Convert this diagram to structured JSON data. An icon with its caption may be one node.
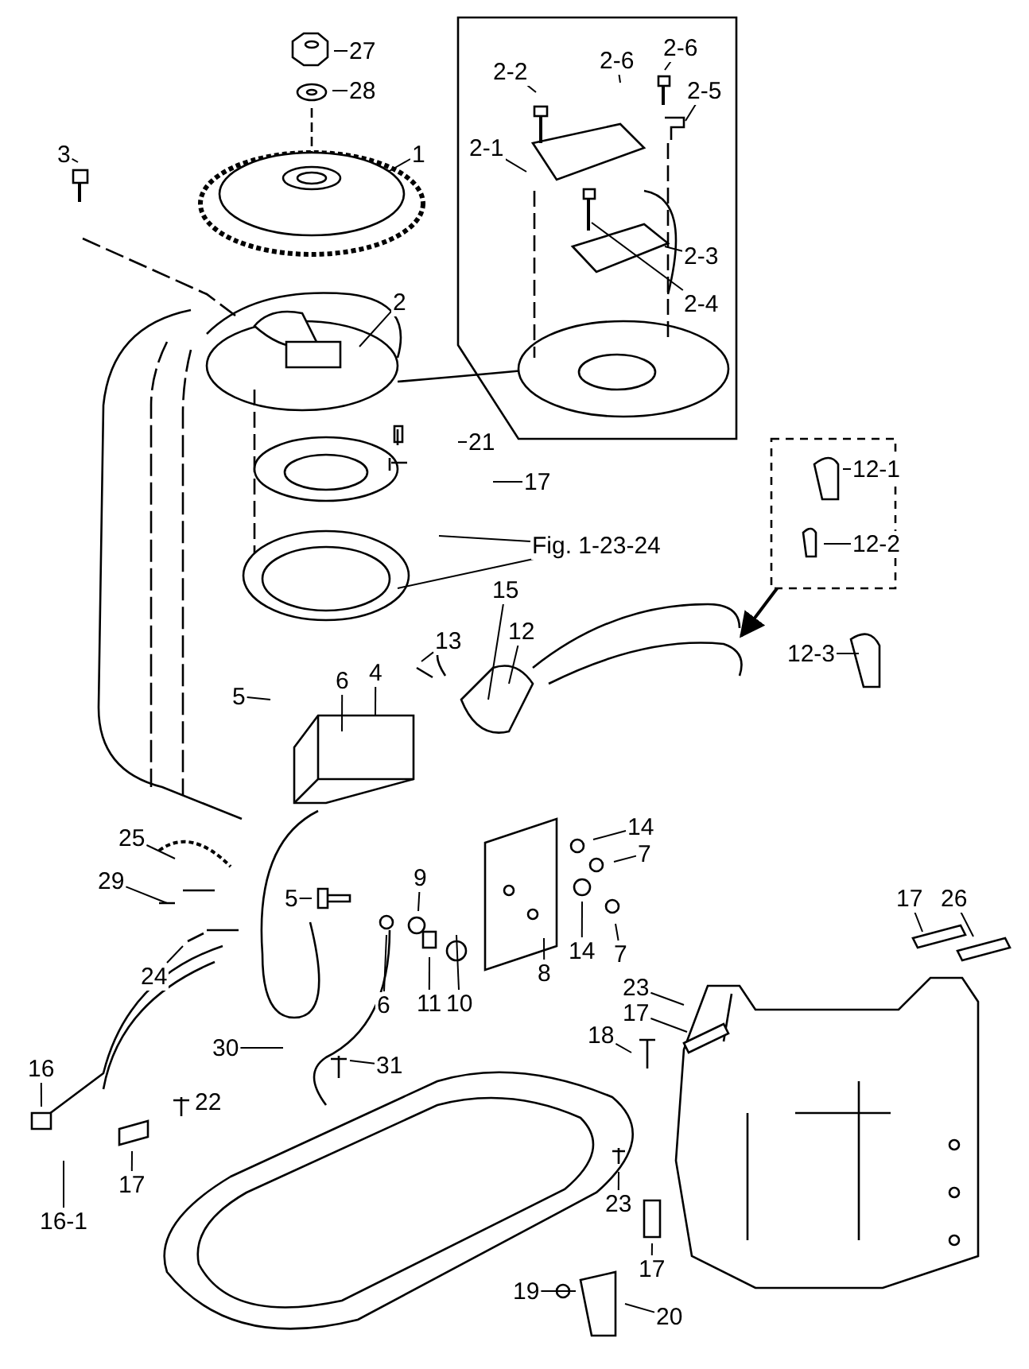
{
  "diagram": {
    "nodes": [
      {
        "text": [
          "27"
        ]
      },
      {
        "text": [
          "28"
        ]
      },
      {
        "text": [],
        "shape": "box"
      },
      {
        "text": [
          "2-2"
        ],
        "in": 2
      },
      {
        "text": [
          "2-6"
        ],
        "in": 2
      },
      {
        "text": [
          "2-6"
        ],
        "in": 2
      },
      {
        "text": [
          "2-5"
        ],
        "in": 2
      },
      {
        "text": [
          "2-1"
        ],
        "in": 2
      },
      {
        "text": [
          "2-3"
        ],
        "in": 2
      },
      {
        "text": [
          "2-4"
        ],
        "in": 2
      },
      {
        "text": [
          "3"
        ]
      },
      {
        "text": [
          "1"
        ]
      },
      {
        "text": [
          "2"
        ]
      },
      {
        "text": [
          "21"
        ]
      },
      {
        "text": [
          "17"
        ]
      },
      {
        "text": [],
        "shape": "box"
      },
      {
        "text": [
          "12-1"
        ],
        "in": 15
      },
      {
        "text": [
          "12-2"
        ],
        "in": 15
      },
      {
        "text": [
          "Fig. 1-23-24"
        ]
      },
      {
        "text": [
          "15"
        ]
      },
      {
        "text": [
          "12"
        ]
      },
      {
        "text": [
          "13"
        ]
      },
      {
        "text": [
          "12-3"
        ]
      },
      {
        "text": [
          "5"
        ]
      },
      {
        "text": [
          "6"
        ]
      },
      {
        "text": [
          "4"
        ]
      },
      {
        "text": [
          "25"
        ]
      },
      {
        "text": [
          "29"
        ]
      },
      {
        "text": [
          "5"
        ]
      },
      {
        "text": [
          "9"
        ]
      },
      {
        "text": [
          "14"
        ]
      },
      {
        "text": [
          "7"
        ]
      },
      {
        "text": [
          "24"
        ]
      },
      {
        "text": [
          "14"
        ]
      },
      {
        "text": [
          "7"
        ]
      },
      {
        "text": [
          "8"
        ]
      },
      {
        "text": [
          "6"
        ]
      },
      {
        "text": [
          "11"
        ]
      },
      {
        "text": [
          "10"
        ]
      },
      {
        "text": [
          "17"
        ]
      },
      {
        "text": [
          "26"
        ]
      },
      {
        "text": [
          "23"
        ]
      },
      {
        "text": [
          "17"
        ]
      },
      {
        "text": [
          "18"
        ]
      },
      {
        "text": [
          "30"
        ]
      },
      {
        "text": [
          "31"
        ]
      },
      {
        "text": [
          "16"
        ]
      },
      {
        "text": [
          "22"
        ]
      },
      {
        "text": [
          "17"
        ]
      },
      {
        "text": [
          "16-1"
        ]
      },
      {
        "text": [
          "23"
        ]
      },
      {
        "text": [
          "17"
        ]
      },
      {
        "text": [
          "19"
        ]
      },
      {
        "text": [
          "20"
        ]
      }
    ],
    "edges": [
      {
        "from": 0,
        "to": null,
        "arrow": "none"
      },
      {
        "from": 1,
        "to": null,
        "arrow": "none"
      },
      {
        "from": 3,
        "to": null,
        "arrow": "none"
      },
      {
        "from": 4,
        "to": null,
        "arrow": "none"
      },
      {
        "from": 5,
        "to": null,
        "arrow": "none"
      },
      {
        "from": 6,
        "to": null,
        "arrow": "none"
      },
      {
        "from": 7,
        "to": null,
        "arrow": "none"
      },
      {
        "from": 8,
        "to": null,
        "arrow": "none"
      },
      {
        "from": 9,
        "to": null,
        "arrow": "none"
      },
      {
        "from": 10,
        "to": null,
        "arrow": "none"
      },
      {
        "from": 11,
        "to": null,
        "arrow": "none"
      },
      {
        "from": 12,
        "to": null,
        "arrow": "none"
      },
      {
        "from": 13,
        "to": null,
        "arrow": "none"
      },
      {
        "from": 14,
        "to": null,
        "arrow": "none"
      },
      {
        "from": 16,
        "to": null,
        "arrow": "none"
      },
      {
        "from": 17,
        "to": null,
        "arrow": "none"
      },
      {
        "from": 15,
        "to": null,
        "arrow": "to"
      },
      {
        "from": 18,
        "to": null,
        "arrow": "none"
      },
      {
        "from": 18,
        "to": null,
        "arrow": "none"
      },
      {
        "from": 19,
        "to": null,
        "arrow": "none"
      },
      {
        "from": 20,
        "to": null,
        "arrow": "none"
      },
      {
        "from": 21,
        "to": null,
        "arrow": "none"
      },
      {
        "from": 22,
        "to": null,
        "arrow": "none"
      },
      {
        "from": 23,
        "to": null,
        "arrow": "none"
      },
      {
        "from": 24,
        "to": null,
        "arrow": "none"
      },
      {
        "from": 25,
        "to": null,
        "arrow": "none"
      },
      {
        "from": 26,
        "to": null,
        "arrow": "none"
      },
      {
        "from": 27,
        "to": null,
        "arrow": "none"
      },
      {
        "from": 28,
        "to": null,
        "arrow": "none"
      },
      {
        "from": 29,
        "to": null,
        "arrow": "none"
      },
      {
        "from": 30,
        "to": null,
        "arrow": "none"
      },
      {
        "from": 31,
        "to": null,
        "arrow": "none"
      },
      {
        "from": 32,
        "to": null,
        "arrow": "none"
      },
      {
        "from": 33,
        "to": null,
        "arrow": "none"
      },
      {
        "from": 34,
        "to": null,
        "arrow": "none"
      },
      {
        "from": 35,
        "to": null,
        "arrow": "none"
      },
      {
        "from": 36,
        "to": null,
        "arrow": "none"
      },
      {
        "from": 37,
        "to": null,
        "arrow": "none"
      },
      {
        "from": 38,
        "to": null,
        "arrow": "none"
      },
      {
        "from": 39,
        "to": null,
        "arrow": "none"
      },
      {
        "from": 40,
        "to": null,
        "arrow": "none"
      },
      {
        "from": 41,
        "to": null,
        "arrow": "none"
      },
      {
        "from": 42,
        "to": null,
        "arrow": "none"
      },
      {
        "from": 43,
        "to": null,
        "arrow": "none"
      },
      {
        "from": 44,
        "to": null,
        "arrow": "none"
      },
      {
        "from": 45,
        "to": null,
        "arrow": "none"
      },
      {
        "from": 46,
        "to": null,
        "arrow": "none"
      },
      {
        "from": 47,
        "to": null,
        "arrow": "none"
      },
      {
        "from": 48,
        "to": null,
        "arrow": "none"
      },
      {
        "from": 49,
        "to": null,
        "arrow": "none"
      },
      {
        "from": 50,
        "to": null,
        "arrow": "none"
      },
      {
        "from": 51,
        "to": null,
        "arrow": "none"
      },
      {
        "from": 52,
        "to": null,
        "arrow": "none"
      },
      {
        "from": 53,
        "to": null,
        "arrow": "none"
      }
    ]
  }
}
